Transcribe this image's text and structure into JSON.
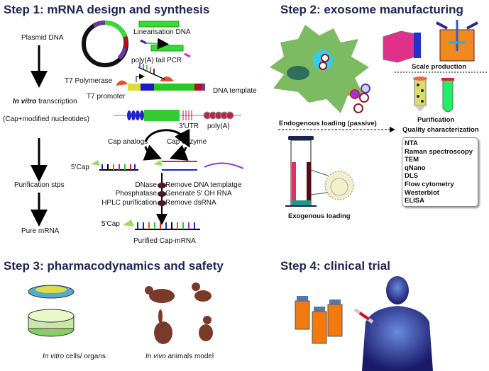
{
  "step1": {
    "title": "Step 1: mRNA design and synthesis",
    "flow": [
      "Plasmid DNA",
      "transcription",
      "(Cap+modified nucleotides)",
      "Purification stps",
      "Pure mRNA"
    ],
    "flow_italic": "In vitro",
    "labels": {
      "linearisation": "Linearisation DNA",
      "polya_pcr": "poly(A) tail PCR",
      "t7_polymerase": "T7 Polymerase",
      "t7_promoter": "T7 promoter",
      "dna_template": "DNA template",
      "utr3": "3'UTR",
      "polya": "poly(A)",
      "cap_analogs": "Cap analogs",
      "cap_enzyme": "Cap enzyme",
      "cap5": "5'Cap",
      "purified": "Purified Cap-mRNA"
    },
    "purification_steps": [
      {
        "agent": "DNase",
        "effect": "Remove DNA templatge"
      },
      {
        "agent": "Phosphatase",
        "effect": "Generate 5' OH RNA"
      },
      {
        "agent": "HPLC purification",
        "effect": "Remove dsRNA"
      }
    ]
  },
  "step2": {
    "title": "Step 2: exosome manufacturing",
    "scale": "Scale production",
    "endogenous": "Endogenous loading (passive)",
    "exogenous": "Exogenous loading",
    "purification": "Purification",
    "quality": "Quality characterization",
    "qc_methods": [
      "NTA",
      "Raman spectroscopy",
      "TEM",
      "qNano",
      "DLS",
      "Flow cytometry",
      "Westerblot",
      "ELISA"
    ]
  },
  "step3": {
    "title": "Step 3: pharmacodynamics and safety",
    "invitro_italic": "In vitro",
    "invitro_rest": " cells/ organs",
    "invivo_italic": "In vivo",
    "invivo_rest": " animals model"
  },
  "step4": {
    "title": "Step 4: clinical trial"
  },
  "colors": {
    "title": "#1c2553",
    "green": "#33dd33",
    "cell": "#7dbb62",
    "animal": "#7a3a2a",
    "body": "#2a2a8a",
    "vial": "#f07a10"
  }
}
